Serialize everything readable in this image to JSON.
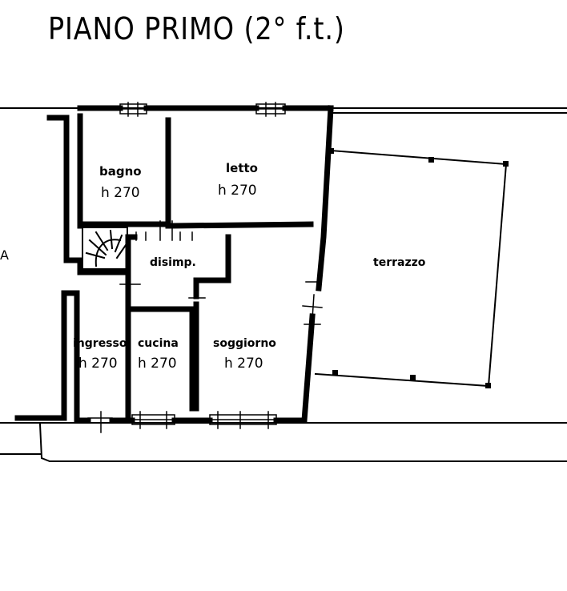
{
  "title": "PIANO PRIMO (2° f.t.)",
  "edge_letter": "A",
  "rooms": [
    {
      "name": "bagno",
      "height": "h 270"
    },
    {
      "name": "letto",
      "height": "h 270"
    },
    {
      "name": "disimp.",
      "height": ""
    },
    {
      "name": "terrazzo",
      "height": ""
    },
    {
      "name": "ingresso",
      "height": "h 270"
    },
    {
      "name": "cucina",
      "height": "h 270"
    },
    {
      "name": "soggiorno",
      "height": "h 270"
    }
  ]
}
